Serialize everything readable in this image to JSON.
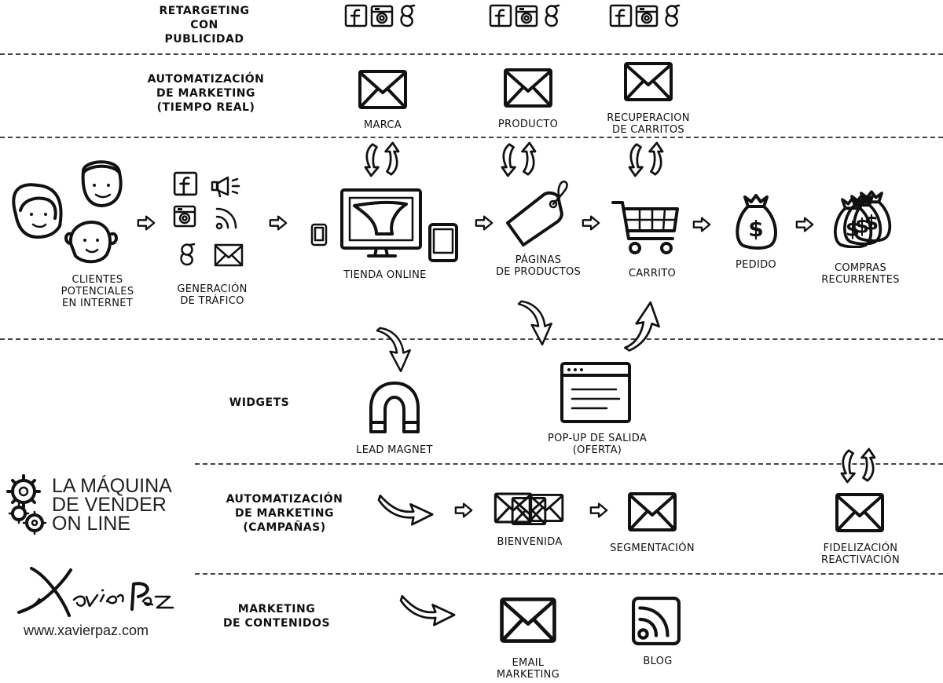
{
  "rows": {
    "retargeting": "RETARGETING\nCON PUBLICIDAD",
    "auto_realtime": "AUTOMATIZACIÓN\nDE MARKETING\n(TIEMPO REAL)",
    "widgets": "WIDGETS",
    "auto_campaigns": "AUTOMATIZACIÓN\nDE MARKETING\n(CAMPAÑAS)",
    "content": "MARKETING\nDE CONTENIDOS"
  },
  "captions": {
    "marca": "MARCA",
    "producto": "PRODUCTO",
    "recuperacion": "RECUPERACION\nDE CARRITOS",
    "clientes": "CLIENTES\nPOTENCIALES\nEN INTERNET",
    "generacion": "GENERACIÓN\nDE TRÁFICO",
    "tienda": "TIENDA ONLINE",
    "paginas": "PÁGINAS\nDE PRODUCTOS",
    "carrito": "CARRITO",
    "pedido": "PEDIDO",
    "compras": "COMPRAS\nRECURRENTES",
    "lead": "LEAD MAGNET",
    "popup": "POP-UP DE SALIDA\n(OFERTA)",
    "bienvenida": "BIENVENIDA",
    "segmentacion": "SEGMENTACIÓN",
    "fidelizacion": "FIDELIZACIÓN\nREACTIVACIÓN",
    "email": "EMAIL\nMARKETING",
    "blog": "BLOG"
  },
  "icons": {
    "facebook": "facebook-icon",
    "instagram": "instagram-icon",
    "google": "google-icon",
    "email": "envelope-icon",
    "cart": "shopping-cart-icon",
    "money_bag": "money-bag-icon",
    "magnet": "magnet-icon",
    "rss": "rss-icon",
    "megaphone": "megaphone-icon",
    "monitor": "monitor-icon",
    "price_tag": "price-tag-icon",
    "browser_window": "browser-window-icon"
  },
  "brand": {
    "title": "LA MÁQUINA\nDE VENDER\nON LINE",
    "signature": "Xavier Paz",
    "website": "www.xavierpaz.com"
  },
  "colors": {
    "ink": "#111111",
    "background": "#ffffff"
  }
}
